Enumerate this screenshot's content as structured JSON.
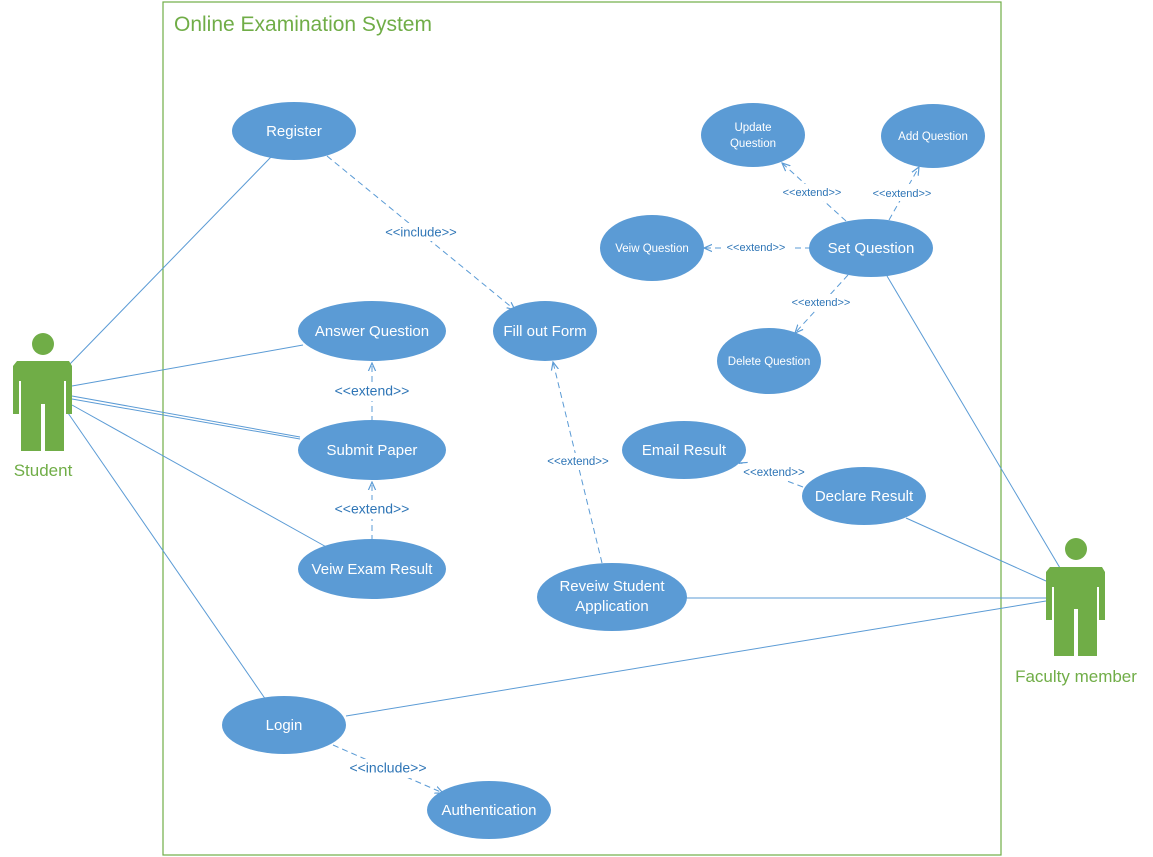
{
  "system": {
    "title": "Online Examination System"
  },
  "actors": {
    "student": "Student",
    "faculty": "Faculty member"
  },
  "use_cases": {
    "register": "Register",
    "fill_out_form": "Fill out Form",
    "answer_question": "Answer Question",
    "submit_paper": "Submit Paper",
    "view_exam_result": "Veiw Exam Result",
    "login": "Login",
    "authentication": "Authentication",
    "review_student_application": [
      "Reveiw Student",
      "Application"
    ],
    "email_result": "Email Result",
    "declare_result": "Declare Result",
    "set_question": "Set Question",
    "update_question": [
      "Update",
      "Question"
    ],
    "add_question": "Add Question",
    "view_question": "Veiw Question",
    "delete_question": "Delete Question"
  },
  "relations": {
    "include": "<<include>>",
    "extend": "<<extend>>"
  },
  "colors": {
    "usecase_fill": "#5b9bd5",
    "usecase_text": "#ffffff",
    "line": "#5b9bd5",
    "relation_text": "#2e75b6",
    "actor": "#70ad47",
    "boundary": "#70ad47"
  }
}
